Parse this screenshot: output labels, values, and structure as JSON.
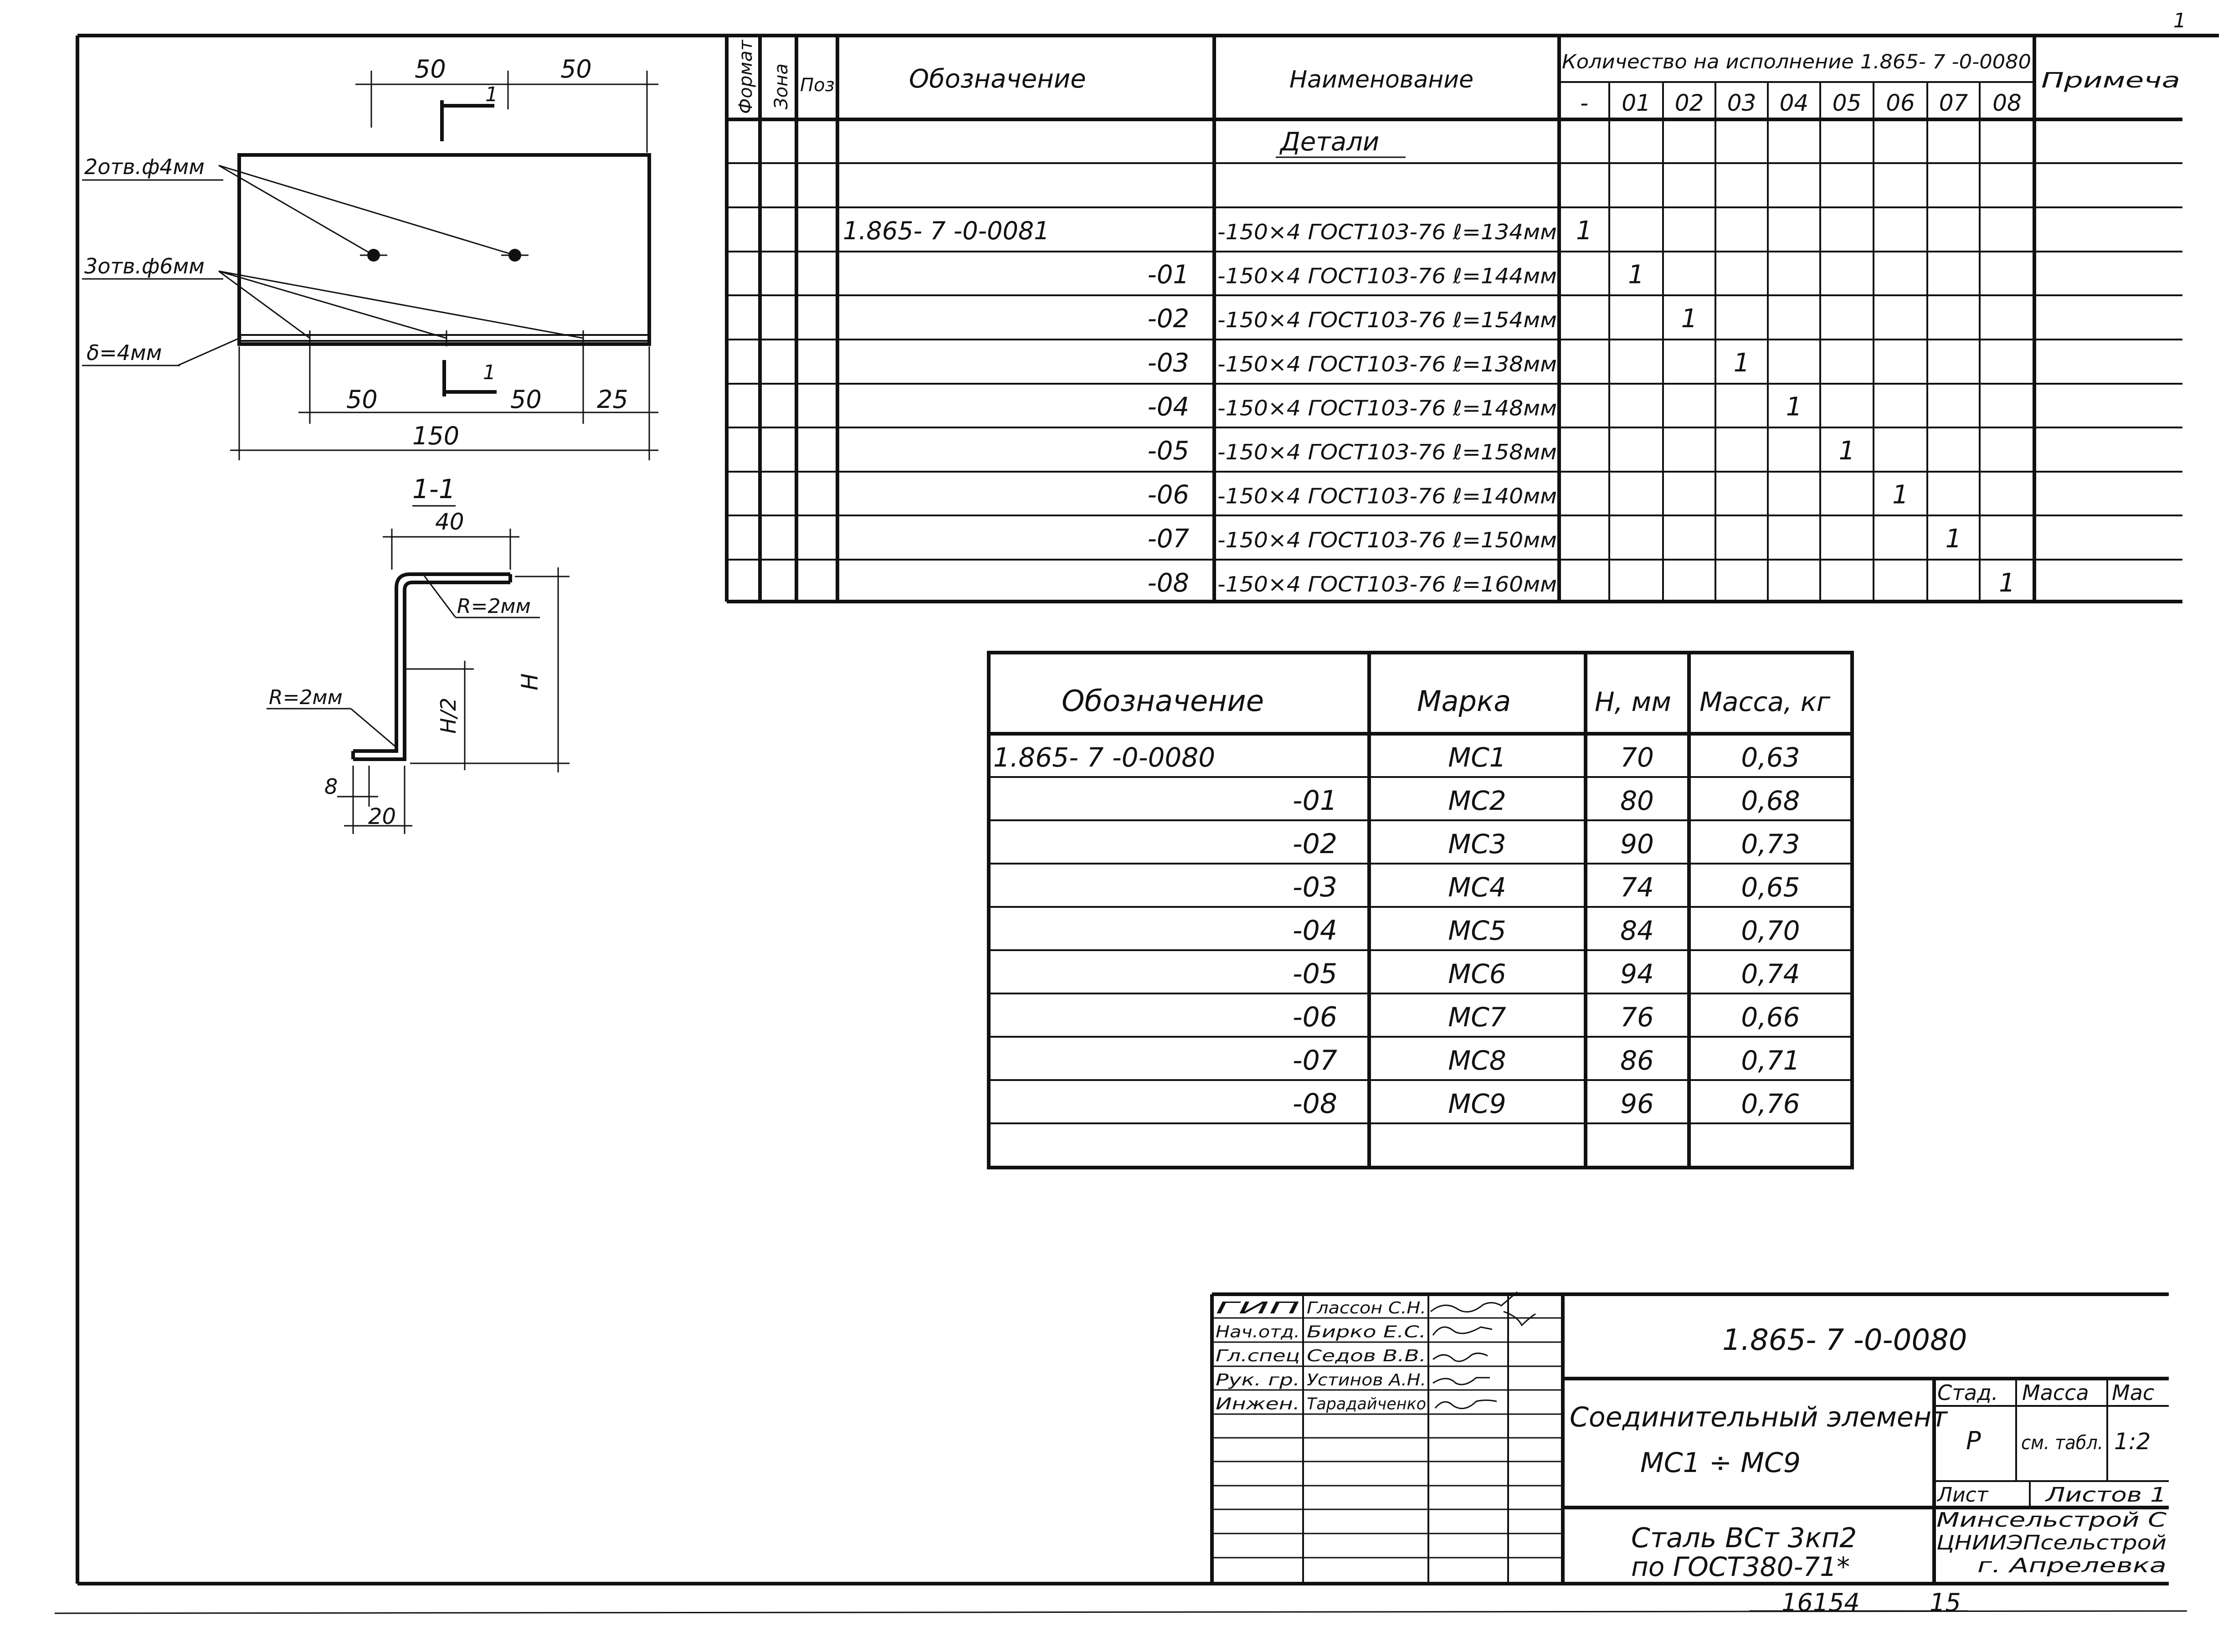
{
  "drawing": {
    "dims": {
      "top_left": "50",
      "top_right": "50",
      "section_mark": "1",
      "bottom_a": "50",
      "bottom_b": "50",
      "bottom_c": "25",
      "overall": "150"
    },
    "labels": {
      "holes_4": "2отв.ф4мм",
      "holes_6": "3отв.ф6мм",
      "thickness": "δ=4мм"
    },
    "section": {
      "title": "1-1",
      "width": "40",
      "radius_top": "R=2мм",
      "radius_bottom": "R=2мм",
      "height": "H",
      "half_height": "H/2",
      "flange": "8",
      "foot": "20"
    }
  },
  "spec_table": {
    "vertical_headers": [
      "Формат",
      "Зона",
      "Поз."
    ],
    "header_designation": "Обозначение",
    "header_name": "Наименование",
    "header_qty": "Количество на исполнение 1.865- 7 -0-0080",
    "qty_columns": [
      "-",
      "01",
      "02",
      "03",
      "04",
      "05",
      "06",
      "07",
      "08"
    ],
    "header_note": "Примеча",
    "section_title": "Детали",
    "rows": [
      {
        "designation": "1.865- 7 -0-0081",
        "name": "-150×4 ГОСТ103-76 ℓ=134мм",
        "qty": "1",
        "col": 0
      },
      {
        "designation": "-01",
        "name": "-150×4 ГОСТ103-76 ℓ=144мм",
        "qty": "1",
        "col": 1
      },
      {
        "designation": "-02",
        "name": "-150×4 ГОСТ103-76 ℓ=154мм",
        "qty": "1",
        "col": 2
      },
      {
        "designation": "-03",
        "name": "-150×4 ГОСТ103-76 ℓ=138мм",
        "qty": "1",
        "col": 3
      },
      {
        "designation": "-04",
        "name": "-150×4 ГОСТ103-76 ℓ=148мм",
        "qty": "1",
        "col": 4
      },
      {
        "designation": "-05",
        "name": "-150×4 ГОСТ103-76 ℓ=158мм",
        "qty": "1",
        "col": 5
      },
      {
        "designation": "-06",
        "name": "-150×4 ГОСТ103-76 ℓ=140мм",
        "qty": "1",
        "col": 6
      },
      {
        "designation": "-07",
        "name": "-150×4 ГОСТ103-76 ℓ=150мм",
        "qty": "1",
        "col": 7
      },
      {
        "designation": "-08",
        "name": "-150×4 ГОСТ103-76 ℓ=160мм",
        "qty": "1",
        "col": 8
      }
    ]
  },
  "mass_table": {
    "headers": [
      "Обозначение",
      "Марка",
      "H, мм",
      "Масса, кг"
    ],
    "rows": [
      [
        "1.865- 7 -0-0080",
        "МС1",
        "70",
        "0,63"
      ],
      [
        "-01",
        "МС2",
        "80",
        "0,68"
      ],
      [
        "-02",
        "МС3",
        "90",
        "0,73"
      ],
      [
        "-03",
        "МС4",
        "74",
        "0,65"
      ],
      [
        "-04",
        "МС5",
        "84",
        "0,70"
      ],
      [
        "-05",
        "МС6",
        "94",
        "0,74"
      ],
      [
        "-06",
        "МС7",
        "76",
        "0,66"
      ],
      [
        "-07",
        "МС8",
        "86",
        "0,71"
      ],
      [
        "-08",
        "МС9",
        "96",
        "0,76"
      ]
    ]
  },
  "title_block": {
    "signatories": [
      [
        "ГИП",
        "Глассон С.Н."
      ],
      [
        "Нач.отд.",
        "Бирко Е.С."
      ],
      [
        "Гл.спец",
        "Седов В.В."
      ],
      [
        "Рук. гр.",
        "Устинов А.Н."
      ],
      [
        "Инжен.",
        "Тарадайченко"
      ]
    ],
    "doc_code": "1.865- 7 -0-0080",
    "title_line1": "Соединительный элемент",
    "title_line2": "МС1 ÷ МС9",
    "material_line1": "Сталь ВСт 3кп2",
    "material_line2": "по ГОСТ380-71*",
    "stage_label": "Стад.",
    "mass_label": "Масса",
    "scale_label": "Мас",
    "stage": "Р",
    "mass": "см. табл.",
    "scale": "1:2",
    "sheet_label": "Лист",
    "sheets_label": "Листов 1",
    "org_line1": "Минсельстрой С",
    "org_line2": "ЦНИИЭПсельстрой",
    "org_line3": "г. Апрелевка",
    "inventory": "16154",
    "page_number": "15",
    "corner_mark": "1"
  }
}
